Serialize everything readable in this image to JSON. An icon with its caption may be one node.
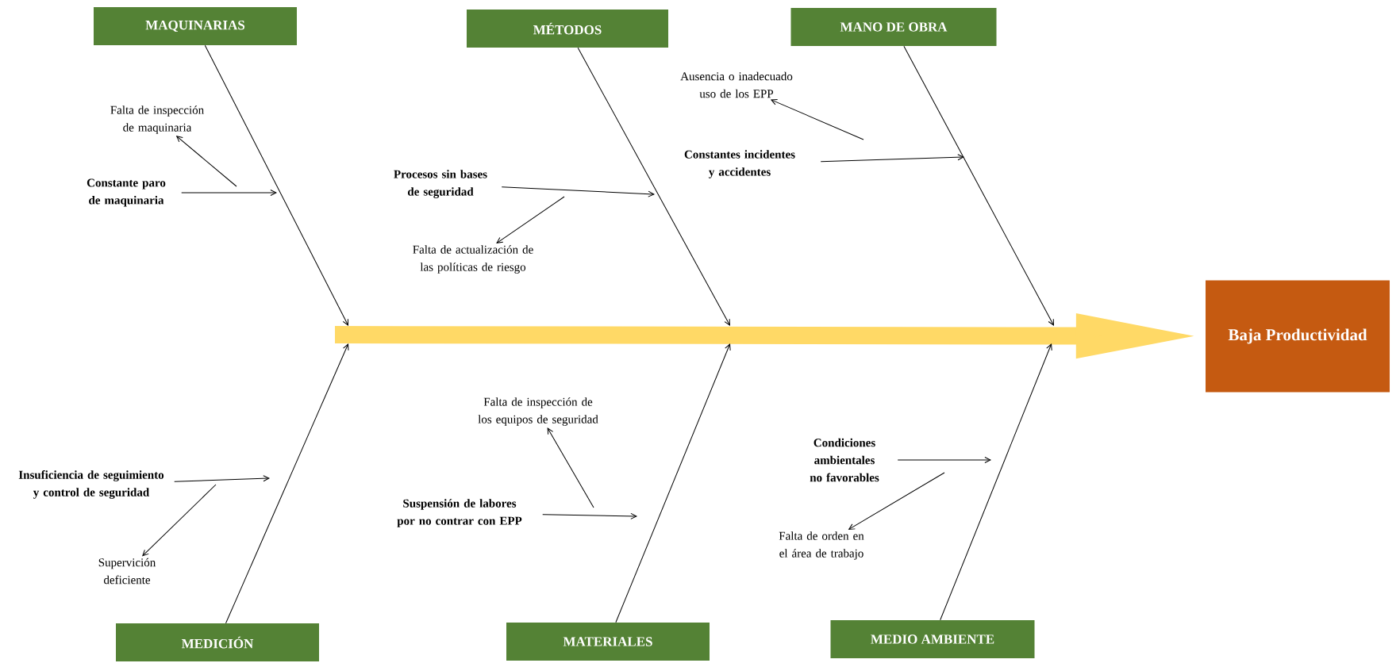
{
  "diagram": {
    "nodes": [
      {
        "text": [
          "MAQUINARIAS"
        ]
      },
      {
        "text": [
          "MÉTODOS"
        ]
      },
      {
        "text": [
          "MANO DE OBRA"
        ]
      },
      {
        "text": [
          "Baja Productividad"
        ]
      },
      {
        "text": [
          "MEDICIÓN"
        ]
      },
      {
        "text": [
          "MATERIALES"
        ]
      },
      {
        "text": [
          "MEDIO AMBIENTE"
        ]
      },
      {
        "text": [
          "Constante paro de maquinaria"
        ]
      },
      {
        "text": [
          "Falta de inspección de maquinaria"
        ]
      },
      {
        "text": [
          "Procesos sin bases de seguridad"
        ]
      },
      {
        "text": [
          "Falta de actualización de las políticas de riesgo"
        ]
      },
      {
        "text": [
          "Ausencia o inadecuado uso de los EPP"
        ]
      },
      {
        "text": [
          "Constantes incidentes y accidentes"
        ]
      },
      {
        "text": [
          "Insuficiencia de seguimiento y control de seguridad"
        ]
      },
      {
        "text": [
          "Supervición deficiente"
        ]
      },
      {
        "text": [
          "Falta de inspección de los equipos de seguridad"
        ]
      },
      {
        "text": [
          "Suspensión de labores por no contrar con EPP"
        ]
      },
      {
        "text": [
          "Condiciones ambientales no favorables"
        ]
      },
      {
        "text": [
          "Falta de orden en el área de trabajo"
        ]
      }
    ],
    "edges": [
      {
        "from": null,
        "to": 3,
        "arrow": "to",
        "style": "thick",
        "color": "#ffd966"
      },
      {
        "from": 0,
        "to": null,
        "arrow": "to"
      },
      {
        "from": 1,
        "to": null,
        "arrow": "to"
      },
      {
        "from": 2,
        "to": null,
        "arrow": "to"
      },
      {
        "from": 4,
        "to": null,
        "arrow": "to"
      },
      {
        "from": 5,
        "to": null,
        "arrow": "to"
      },
      {
        "from": 6,
        "to": null,
        "arrow": "to"
      },
      {
        "from": 7,
        "to": null,
        "arrow": "to"
      },
      {
        "from": null,
        "to": 8,
        "arrow": "to"
      },
      {
        "from": 9,
        "to": null,
        "arrow": "to"
      },
      {
        "from": null,
        "to": 10,
        "arrow": "to"
      },
      {
        "from": null,
        "to": 11,
        "arrow": "to"
      },
      {
        "from": 12,
        "to": null,
        "arrow": "to"
      },
      {
        "from": 13,
        "to": null,
        "arrow": "to"
      },
      {
        "from": null,
        "to": 14,
        "arrow": "to"
      },
      {
        "from": null,
        "to": 15,
        "arrow": "to"
      },
      {
        "from": 16,
        "to": null,
        "arrow": "to"
      },
      {
        "from": 17,
        "to": null,
        "arrow": "to"
      },
      {
        "from": null,
        "to": 18,
        "arrow": "to"
      }
    ]
  }
}
